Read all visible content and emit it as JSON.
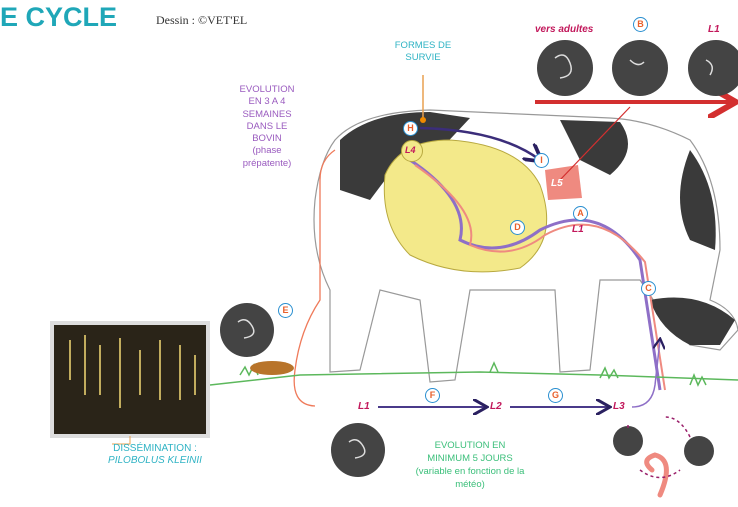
{
  "title": "E CYCLE",
  "credit": "Dessin : ©VET'EL",
  "survival": [
    "FORMES DE",
    "SURVIE"
  ],
  "evolution_bovine": [
    "EVOLUTION",
    "EN 3 A 4",
    "SEMAINES",
    "DANS LE",
    "BOVIN",
    "(phase",
    "prépatente)"
  ],
  "top_row": {
    "adults": "vers adultes",
    "b": "B",
    "l1": "L1"
  },
  "markers": {
    "A": "A",
    "C": "C",
    "D": "D",
    "E": "E",
    "F": "F",
    "G": "G",
    "H": "H",
    "I": "I"
  },
  "stages": {
    "l1_gut": "L1",
    "l4": "L4",
    "l5": "L5",
    "ground_l1": "L1",
    "ground_l2": "L2",
    "ground_l3": "L3"
  },
  "dissemination": {
    "label": "DISSÉMINATION :",
    "species": "PILOBOLUS KLEINII"
  },
  "evolution_ground": [
    "EVOLUTION EN",
    "MINIMUM 5 JOURS",
    "(variable en fonction de la",
    "météo)"
  ],
  "colors": {
    "teal": "#1fa7b8",
    "purple": "#9a5bbf",
    "green": "#3bbf7a",
    "red": "#d32f2f",
    "yellow": "#f3e98a",
    "pink": "#ef8a80"
  }
}
